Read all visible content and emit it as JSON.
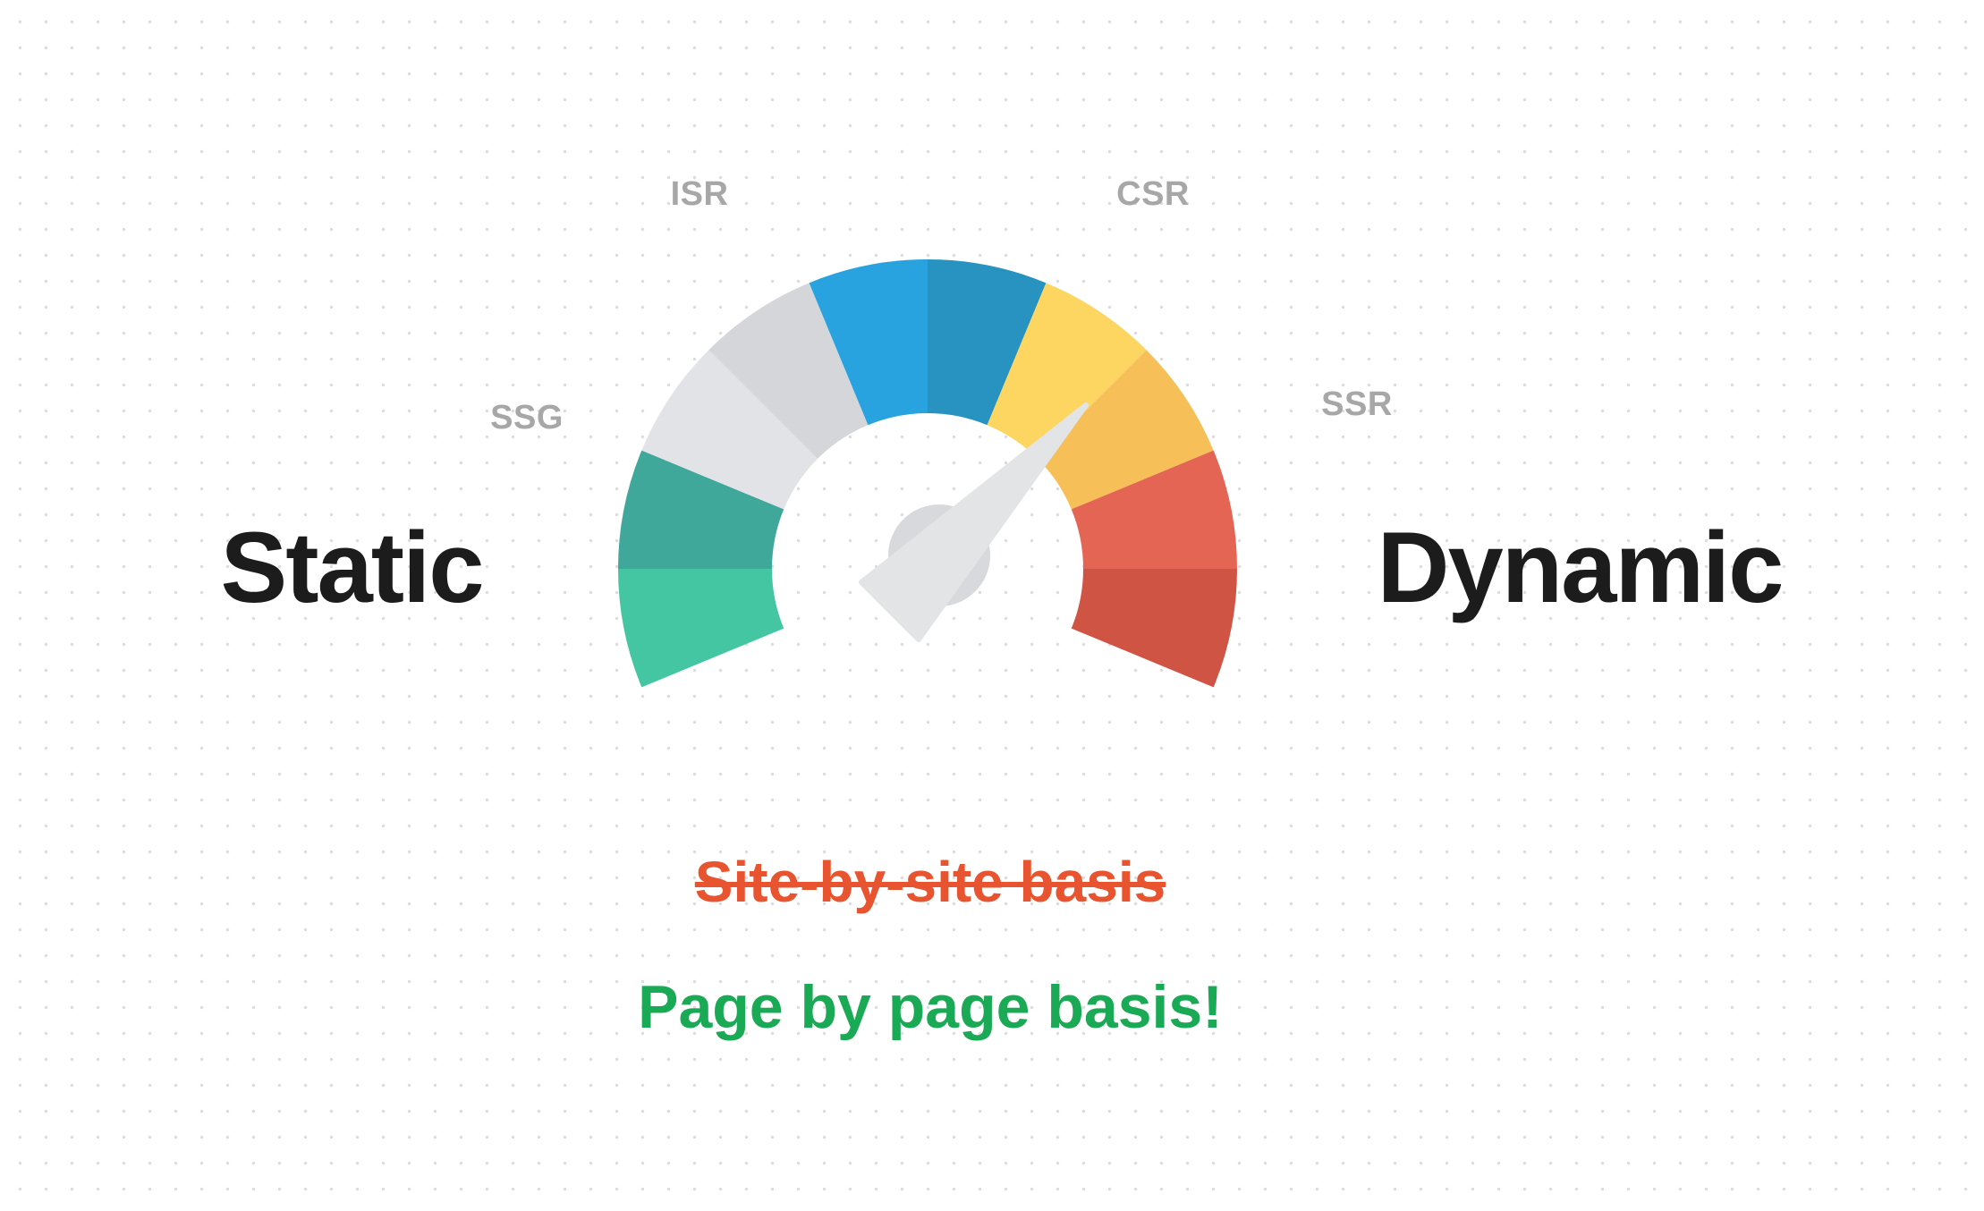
{
  "gauge": {
    "scale_labels": {
      "ssg": "SSG",
      "isr": "ISR",
      "csr": "CSR",
      "ssr": "SSR"
    },
    "ends": {
      "left": "Static",
      "right": "Dynamic"
    },
    "segment_colors": [
      "#43c6a1",
      "#3fa89a",
      "#e1e3e6",
      "#d4d6da",
      "#29a3e0",
      "#2893c0",
      "#fdd561",
      "#f6bf57",
      "#e56555",
      "#d05444"
    ],
    "needle_color": "#e2e4e6",
    "hub_color": "#d7d9dc"
  },
  "caption": {
    "struck": "Site-by-site basis",
    "emphasis": "Page by page basis!"
  },
  "colors": {
    "struck": "#e8542f",
    "emphasis": "#1aa954",
    "scale_label": "#a7a7a7",
    "side_label": "#1c1c1c"
  }
}
